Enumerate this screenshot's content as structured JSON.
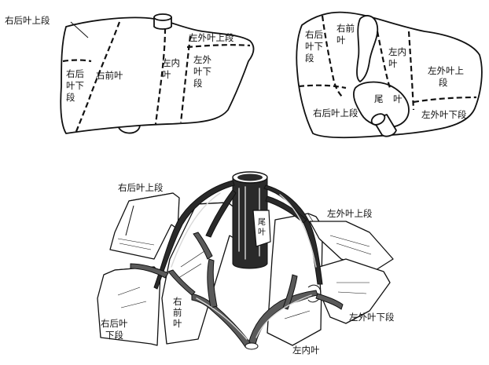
{
  "top_left": {
    "right_posterior_superior": "右后叶上段",
    "right_posterior_inferior_lines": [
      "右后",
      "叶下",
      "段"
    ],
    "right_anterior": "右前叶",
    "left_medial_lines": [
      "左内",
      "叶"
    ],
    "left_lateral_superior": "左外叶上段",
    "left_lateral_inferior_lines": [
      "左外",
      "叶下",
      "段"
    ]
  },
  "top_right": {
    "right_posterior_superior": "右后叶上段",
    "right_posterior_inferior_lines": [
      "右后",
      "叶下",
      "段"
    ],
    "right_anterior_lines": [
      "右前",
      "叶"
    ],
    "left_medial_lines": [
      "左内",
      "叶"
    ],
    "caudate": "尾",
    "caudate_leaf": "叶",
    "left_lateral_superior_lines": [
      "左外叶上",
      "段"
    ],
    "left_lateral_inferior": "左外叶下段"
  },
  "bottom": {
    "right_posterior_superior": "右后叶上段",
    "right_posterior_inferior_lines": [
      "右后叶",
      "下段"
    ],
    "right_anterior_lines": [
      "右",
      "前",
      "叶"
    ],
    "caudate_lines": [
      "尾",
      "叶"
    ],
    "left_lateral_superior": "左外叶上段",
    "left_lateral_inferior": "左外叶下段",
    "left_medial": "左内叶"
  }
}
